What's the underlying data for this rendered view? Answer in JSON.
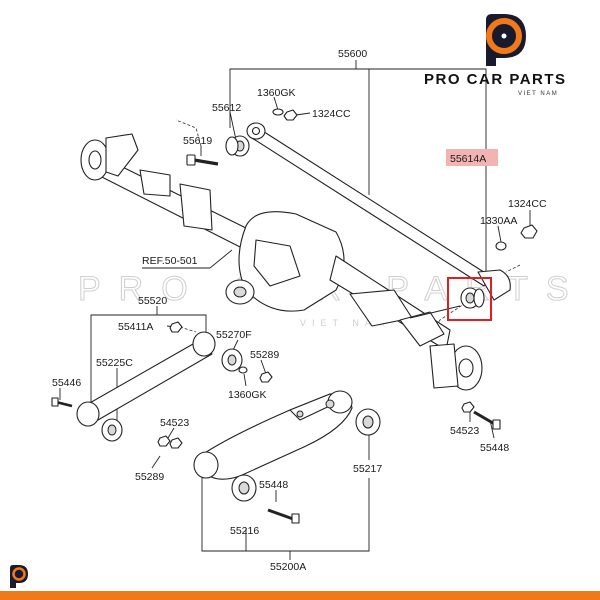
{
  "brand": {
    "name": "PRO CAR PARTS",
    "tagline": "VIET NAM",
    "accent_color": "#f07a1a",
    "logo_dark_color": "#1a1a2e",
    "icon": "pro-car-parts-logo"
  },
  "watermark": {
    "text": "PRO CAR PARTS",
    "subtext": "VIET NAM"
  },
  "highlight": {
    "part_number": "55614A",
    "label_bg": "#f4b3b3",
    "box_color": "#e02020"
  },
  "reference": "REF.50-501",
  "labels": {
    "l55600": "55600",
    "l55612": "55612",
    "l1360gk_top": "1360GK",
    "l1324cc_top": "1324CC",
    "l55619": "55619",
    "l55614a": "55614A",
    "l1324cc_right": "1324CC",
    "l1330aa": "1330AA",
    "l55520": "55520",
    "l55411a": "55411A",
    "l55270f": "55270F",
    "l55225c": "55225C",
    "l55289_mid": "55289",
    "l55446": "55446",
    "l1360gk_mid": "1360GK",
    "l54523_left": "54523",
    "l55289_low": "55289",
    "l54523_right": "54523",
    "l55448_right": "55448",
    "l55217": "55217",
    "l55448_mid": "55448",
    "l55216": "55216",
    "l55200a": "55200A"
  }
}
